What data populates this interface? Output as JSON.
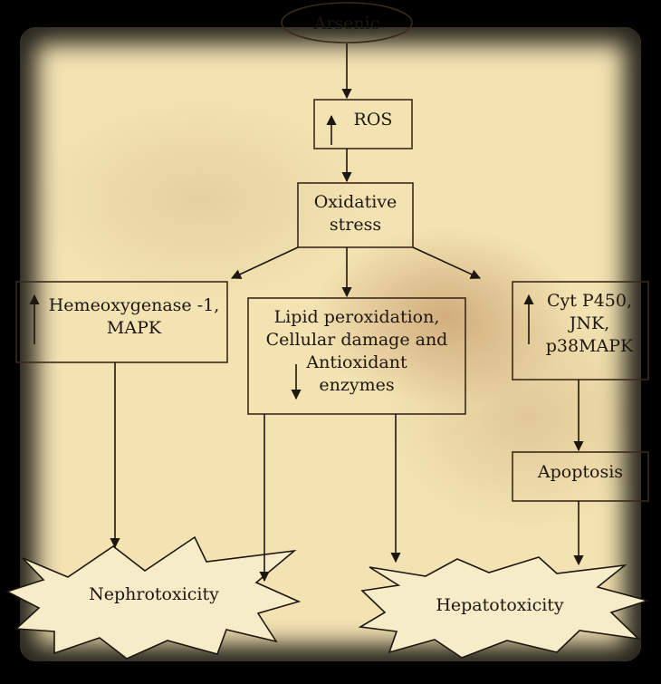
{
  "nodes": {
    "arsenic": "Arsenic",
    "ros": "ROS",
    "oxidative_stress": [
      "Oxidative",
      "stress"
    ],
    "hemeoxygenase": [
      "Hemeoxygenase -1,",
      "MAPK"
    ],
    "lipid": [
      "Lipid peroxidation,",
      "Cellular damage and",
      "Antioxidant",
      "enzymes"
    ],
    "cyt": [
      "Cyt P450,",
      "JNK,",
      "p38MAPK"
    ],
    "apoptosis": "Apoptosis",
    "nephrotoxicity": "Nephrotoxicity",
    "hepatotoxicity": "Hepatotoxicity"
  },
  "icons": [
    "up-arrow-icon",
    "down-arrow-icon"
  ],
  "colors": {
    "background": "#f3e3b2",
    "frame": "#000000",
    "ink": "#1e1610"
  }
}
